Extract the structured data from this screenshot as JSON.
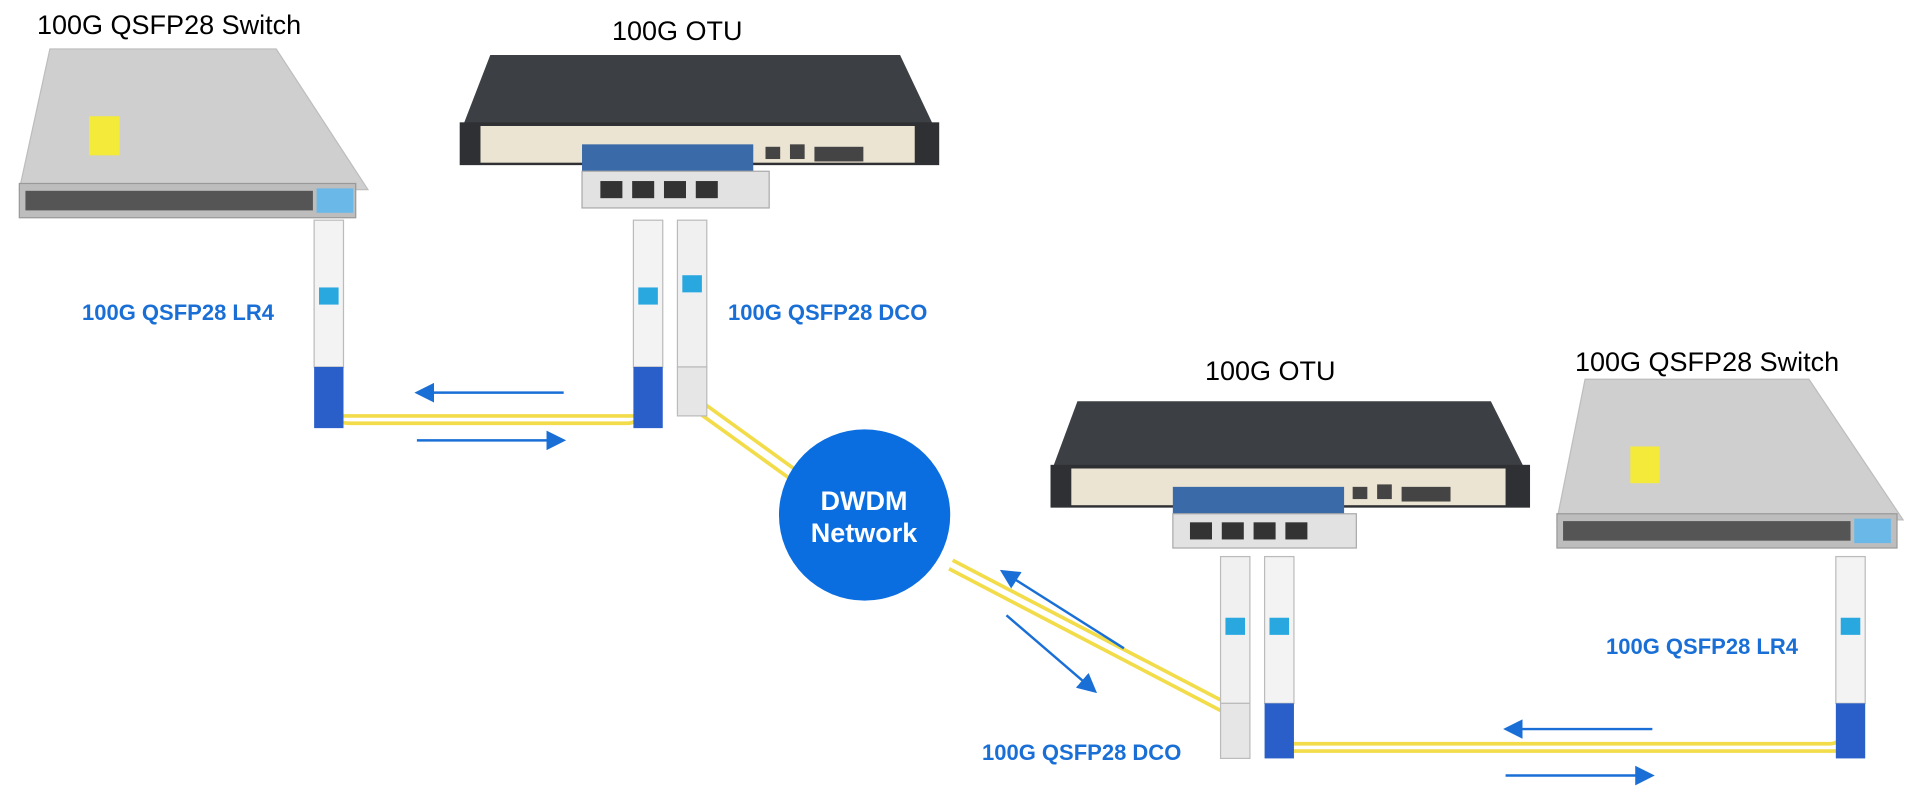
{
  "labels": {
    "switch_left": "100G QSFP28 Switch",
    "otu_left": "100G OTU",
    "lr4_left": "100G QSFP28 LR4",
    "dco_left": "100G QSFP28 DCO",
    "otu_right": "100G OTU",
    "switch_right": "100G QSFP28 Switch",
    "lr4_right": "100G QSFP28 LR4",
    "dco_right": "100G QSFP28 DCO"
  },
  "network": {
    "line1": "DWDM",
    "line2": "Network"
  },
  "colors": {
    "accent": "#1a6fd6",
    "network": "#0b6ee0",
    "fiber": "#f2dc4a",
    "latch": "#2a5fc9"
  }
}
